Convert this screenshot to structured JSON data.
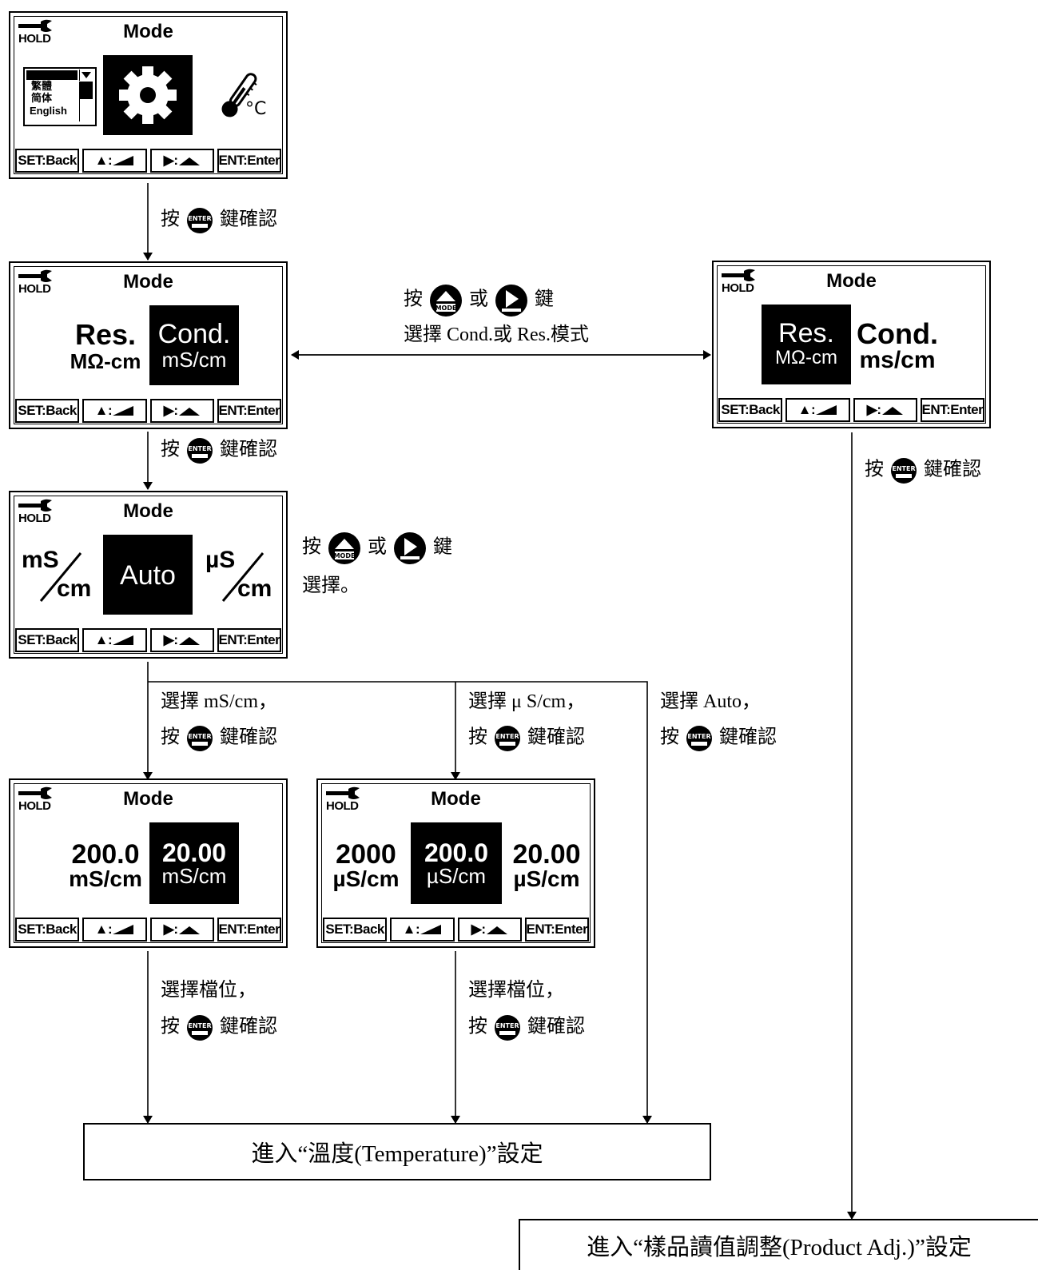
{
  "screen": {
    "hold_label": "HOLD",
    "title": "Mode",
    "footer": {
      "back": "SET:Back",
      "up": "▲:",
      "right": "▶:",
      "enter": "ENT:Enter"
    },
    "language_options": [
      "繁體",
      "简体",
      "English"
    ],
    "celsius": "°C"
  },
  "screen_cond": {
    "res_label": "Res.",
    "res_unit": "MΩ-cm",
    "cond_label": "Cond.",
    "cond_unit": "mS/cm"
  },
  "screen_res": {
    "res_label": "Res.",
    "res_unit": "MΩ-cm",
    "cond_label": "Cond.",
    "cond_unit": "ms/cm"
  },
  "screen_unit": {
    "ms_top": "mS",
    "ms_bottom": "cm",
    "auto": "Auto",
    "us_top": "µS",
    "us_bottom": "cm"
  },
  "screen_ms": {
    "a_value": "200.0",
    "a_unit": "mS/cm",
    "b_value": "20.00",
    "b_unit": "mS/cm"
  },
  "screen_us": {
    "a_value": "2000",
    "a_unit": "µS/cm",
    "b_value": "200.0",
    "b_unit": "µS/cm",
    "c_value": "20.00",
    "c_unit": "µS/cm"
  },
  "labels": {
    "press": "按",
    "confirm": "鍵確認",
    "or": "或",
    "key": "鍵",
    "select_mode": "選擇 Cond.或 Res.模式",
    "select": "選擇。",
    "select_ms": "選擇 mS/cm，",
    "select_us": "選擇 μ S/cm，",
    "select_auto": "選擇 Auto，",
    "select_range": "選擇檔位，"
  },
  "boxes": {
    "temperature": "進入“溫度(Temperature)”設定",
    "product_adj": "進入“樣品讀值調整(Product Adj.)”設定"
  },
  "icons": {
    "enter": "ENTER",
    "mode": "MODE"
  }
}
